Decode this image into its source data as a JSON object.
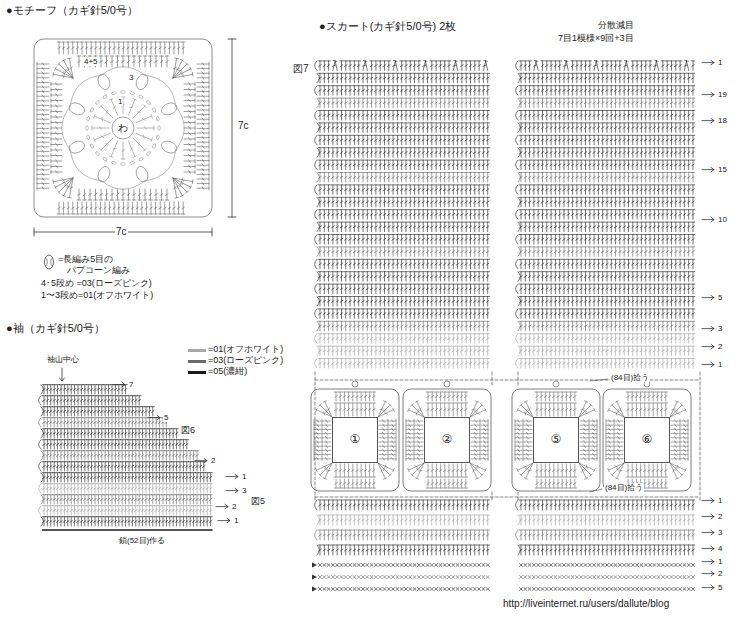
{
  "diagram": {
    "nodes": [
      {
        "text": [
          "①"
        ]
      },
      {
        "text": [
          "②"
        ]
      },
      {
        "text": [
          "⑤"
        ]
      },
      {
        "text": [
          "⑥"
        ]
      }
    ],
    "labels": [
      "●モチーフ（カギ針5/0号）",
      "4+5",
      "3",
      "1",
      "わ",
      "7c",
      "7c",
      "=長編み5目の",
      "パプコーン編み",
      "4･5段め =03(ローズピンク)",
      "1〜3段め=01(オフホワイト)",
      "●袖（カギ針5/0号）",
      "袖山中心",
      "7",
      "5",
      "図6",
      "2",
      "1",
      "3",
      "2",
      "図5",
      "1",
      "鎖(52目)作る",
      "●スカート(カギ針5/0号) 2枚",
      "分散減目",
      "7目1模様×9回+3目",
      "図7",
      "1",
      "19",
      "18",
      "15",
      "10",
      "5",
      "3",
      "2",
      "1",
      "(84目)拾う",
      "(84目)拾う",
      "1",
      "2",
      "3",
      "4",
      "1",
      "2",
      "5",
      "http://liveinternet.ru/users/dallute/blog"
    ],
    "legend": [
      {
        "text": "=01(オフホワイト)",
        "color": "#a8a8a8"
      },
      {
        "text": "=03(ローズピンク)",
        "color": "#6a6a6a"
      },
      {
        "text": "=05(濃紺)",
        "color": "#1a1a1a"
      }
    ]
  }
}
